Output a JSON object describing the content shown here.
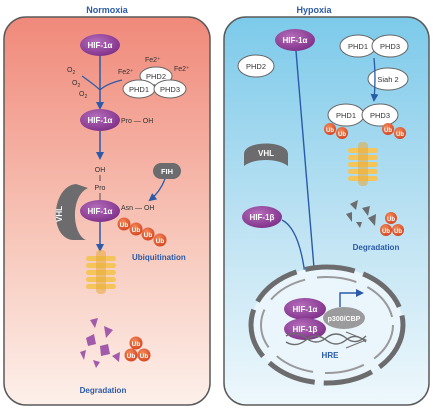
{
  "left_panel": {
    "title": "Normoxia",
    "hif1a_top": "HIF-1α",
    "o2_a": "O",
    "o2_sub_a": "2",
    "o2_b": "O",
    "o2_sub_b": "2",
    "o2_c": "O",
    "o2_sub_c": "2",
    "fe_a": "Fe2⁺",
    "fe_b": "Fe2⁺",
    "fe_c": "Fe2⁺",
    "phd2": "PHD2",
    "phd1": "PHD1",
    "phd3": "PHD3",
    "hif1a_hydrox": "HIF-1α",
    "pro_oh": "Pro — OH",
    "oh": "OH",
    "pro": "Pro",
    "fih": "FIH",
    "vhl": "VHL",
    "hif1a_ubq": "HIF-1α",
    "asn_oh": "Asn — OH",
    "ub": "Ub",
    "ubiquitination": "Ubiquitination",
    "degradation": "Degradation"
  },
  "right_panel": {
    "title": "Hypoxia",
    "hif1a_top": "HIF-1α",
    "phd2": "PHD2",
    "phd1": "PHD1",
    "phd3": "PHD3",
    "siah2": "Siah 2",
    "phd1b": "PHD1",
    "phd3b": "PHD3",
    "ub": "Ub",
    "vhl": "VHL",
    "hif1b": "HIF-1β",
    "degradation": "Degradation",
    "hif1a_nuc": "HIF-1α",
    "hif1b_nuc": "HIF-1β",
    "p300": "p300/CBP",
    "hre": "HRE"
  },
  "colors": {
    "hif_purple": "#8e3f97",
    "ub_orange": "#e0562b",
    "arrow_blue": "#2a5aa8",
    "grey": "#6c6c6e",
    "proteasome_yellow": "#f4c55a"
  }
}
